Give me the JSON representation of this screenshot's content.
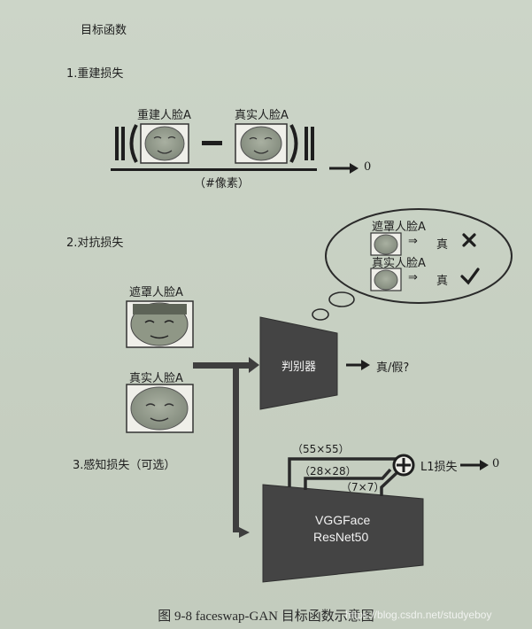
{
  "title": "目标函数",
  "sections": {
    "recon": "1.重建损失",
    "adv": "2.对抗损失",
    "perc": "3.感知损失（可选）"
  },
  "recon": {
    "reconstructed_face": "重建人脸A",
    "real_face": "真实人脸A",
    "pixel_count": "（#像素）",
    "target": "0"
  },
  "adv": {
    "masked_face": "遮罩人脸A",
    "real_face": "真实人脸A",
    "discriminator": "判别器",
    "output": "真/假?",
    "bubble": {
      "row1_label": "遮罩人脸A",
      "row1_arrow": "⇒",
      "row1_result": "真",
      "row2_label": "真实人脸A",
      "row2_arrow": "⇒",
      "row2_result": "真"
    }
  },
  "perc": {
    "size1": "（55×55）",
    "size2": "（28×28）",
    "size3": "（7×7）",
    "network_line1": "VGGFace",
    "network_line2": "ResNet50",
    "loss": "L1损失",
    "target": "0"
  },
  "caption": "图 9-8   faceswap-GAN 目标函数示意图",
  "watermark": "https://blog.csdn.net/studyeboy"
}
